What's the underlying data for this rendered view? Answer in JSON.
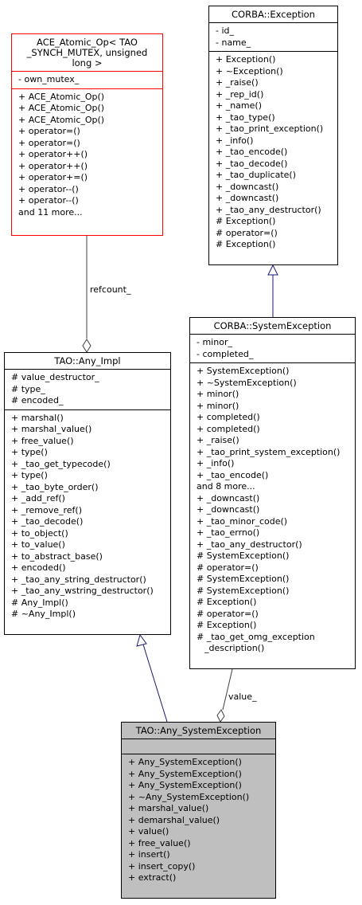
{
  "classes": {
    "ace_atomic_op": {
      "title_lines": [
        "ACE_Atomic_Op< TAO",
        "_SYNCH_MUTEX, unsigned",
        "long >"
      ],
      "attributes": [
        "- own_mutex_"
      ],
      "methods": [
        "+ ACE_Atomic_Op()",
        "+ ACE_Atomic_Op()",
        "+ ACE_Atomic_Op()",
        "+ operator=()",
        "+ operator=()",
        "+ operator++()",
        "+ operator++()",
        "+ operator+=()",
        "+ operator--()",
        "+ operator--()",
        "and 11 more..."
      ]
    },
    "corba_exception": {
      "title": "CORBA::Exception",
      "attributes": [
        "- id_",
        "- name_"
      ],
      "methods": [
        "+ Exception()",
        "+ ~Exception()",
        "+ _raise()",
        "+ _rep_id()",
        "+ _name()",
        "+ _tao_type()",
        "+ _tao_print_exception()",
        "+ _info()",
        "+ _tao_encode()",
        "+ _tao_decode()",
        "+ _tao_duplicate()",
        "+ _downcast()",
        "+ _downcast()",
        "+ _tao_any_destructor()",
        "# Exception()",
        "# operator=()",
        "# Exception()"
      ]
    },
    "corba_system_exception": {
      "title": "CORBA::SystemException",
      "attributes": [
        "- minor_",
        "- completed_"
      ],
      "methods": [
        "+ SystemException()",
        "+ ~SystemException()",
        "+ minor()",
        "+ minor()",
        "+ completed()",
        "+ completed()",
        "+ _raise()",
        "+ _tao_print_system_exception()",
        "+ _info()",
        "+ _tao_encode()",
        "and 8 more...",
        "+ _downcast()",
        "+ _downcast()",
        "+ _tao_minor_code()",
        "+ _tao_errno()",
        "+ _tao_any_destructor()",
        "# SystemException()",
        "# operator=()",
        "# SystemException()",
        "# SystemException()",
        "# Exception()",
        "# operator=()",
        "# Exception()",
        "# _tao_get_omg_exception",
        "_description()"
      ]
    },
    "tao_any_impl": {
      "title": "TAO::Any_Impl",
      "attributes": [
        "# value_destructor_",
        "# type_",
        "# encoded_"
      ],
      "methods": [
        "+ marshal()",
        "+ marshal_value()",
        "+ free_value()",
        "+ type()",
        "+ _tao_get_typecode()",
        "+ type()",
        "+ _tao_byte_order()",
        "+ _add_ref()",
        "+ _remove_ref()",
        "+ _tao_decode()",
        "+ to_object()",
        "+ to_value()",
        "+ to_abstract_base()",
        "+ encoded()",
        "+ _tao_any_string_destructor()",
        "+ _tao_any_wstring_destructor()",
        "# Any_Impl()",
        "# ~Any_Impl()"
      ]
    },
    "tao_any_system_exception": {
      "title": "TAO::Any_SystemException",
      "attributes": [],
      "methods": [
        "+ Any_SystemException()",
        "+ Any_SystemException()",
        "+ Any_SystemException()",
        "+ ~Any_SystemException()",
        "+ marshal_value()",
        "+ demarshal_value()",
        "+ value()",
        "+ free_value()",
        "+ insert()",
        "+ insert_copy()",
        "+ extract()"
      ]
    }
  },
  "edges": {
    "refcount_label": "refcount_",
    "value_label": "value_"
  },
  "colors": {
    "inheritance_edge": "#191970",
    "composition_edge": "#404040",
    "template_border": "#ff0000",
    "focus_fill": "#bfbfbf"
  }
}
